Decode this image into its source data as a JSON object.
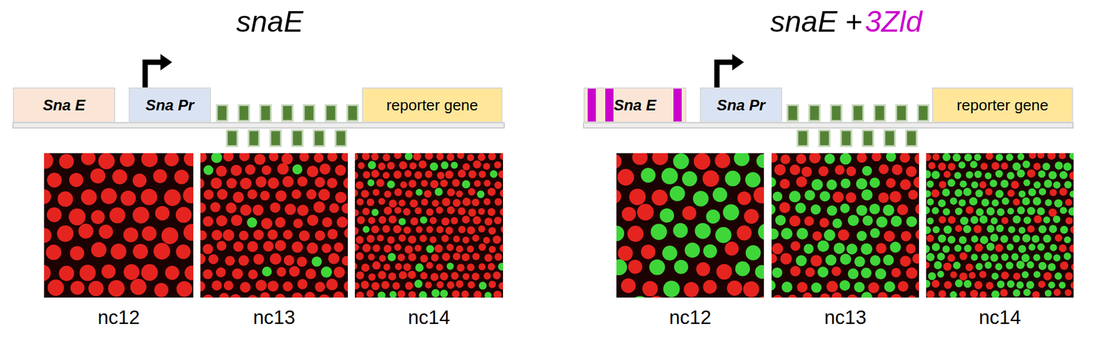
{
  "diagram": {
    "nodes": [
      {
        "text": [
          "Sna E"
        ]
      },
      {
        "text": [
          "Sna Pr"
        ]
      },
      {
        "text": [
          "reporter gene"
        ]
      },
      {
        "text": [
          "nc12"
        ]
      },
      {
        "text": [
          "nc13"
        ]
      },
      {
        "text": [
          "nc14"
        ]
      },
      {
        "text": [
          "Sna E"
        ]
      },
      {
        "text": [
          "Sna Pr"
        ]
      },
      {
        "text": [
          "reporter gene"
        ]
      },
      {
        "text": [
          "nc12"
        ]
      },
      {
        "text": [
          "nc13"
        ]
      },
      {
        "text": [
          "nc14"
        ]
      }
    ],
    "labels": [
      "snaE",
      "snaE",
      "+",
      "3Zld"
    ]
  }
}
